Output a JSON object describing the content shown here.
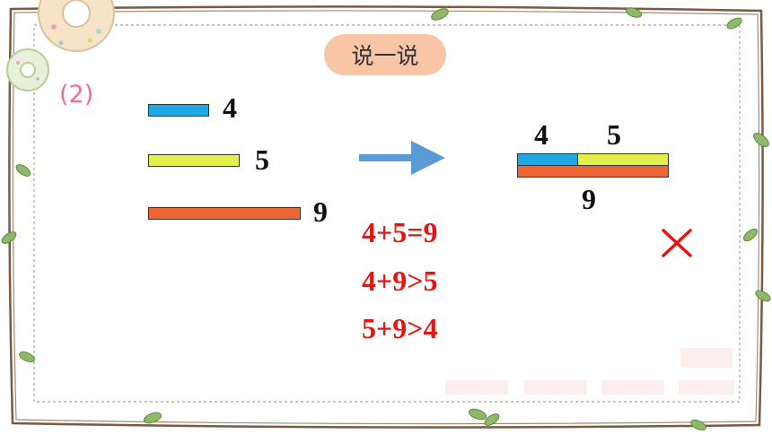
{
  "title": "说一说",
  "question_number": "(2)",
  "colors": {
    "blue": "#1ea8e6",
    "yellow": "#e4f04a",
    "orange": "#ee6534",
    "red": "#e8140f",
    "pill": "#f8c6a7"
  },
  "bars": {
    "blue_label": "4",
    "yellow_label": "5",
    "orange_label": "9"
  },
  "combined": {
    "top_left_label": "4",
    "top_right_label": "5",
    "bottom_label": "9"
  },
  "equations": [
    "4+5=9",
    "4+9>5",
    "5+9>4"
  ],
  "mark": "cross-icon"
}
